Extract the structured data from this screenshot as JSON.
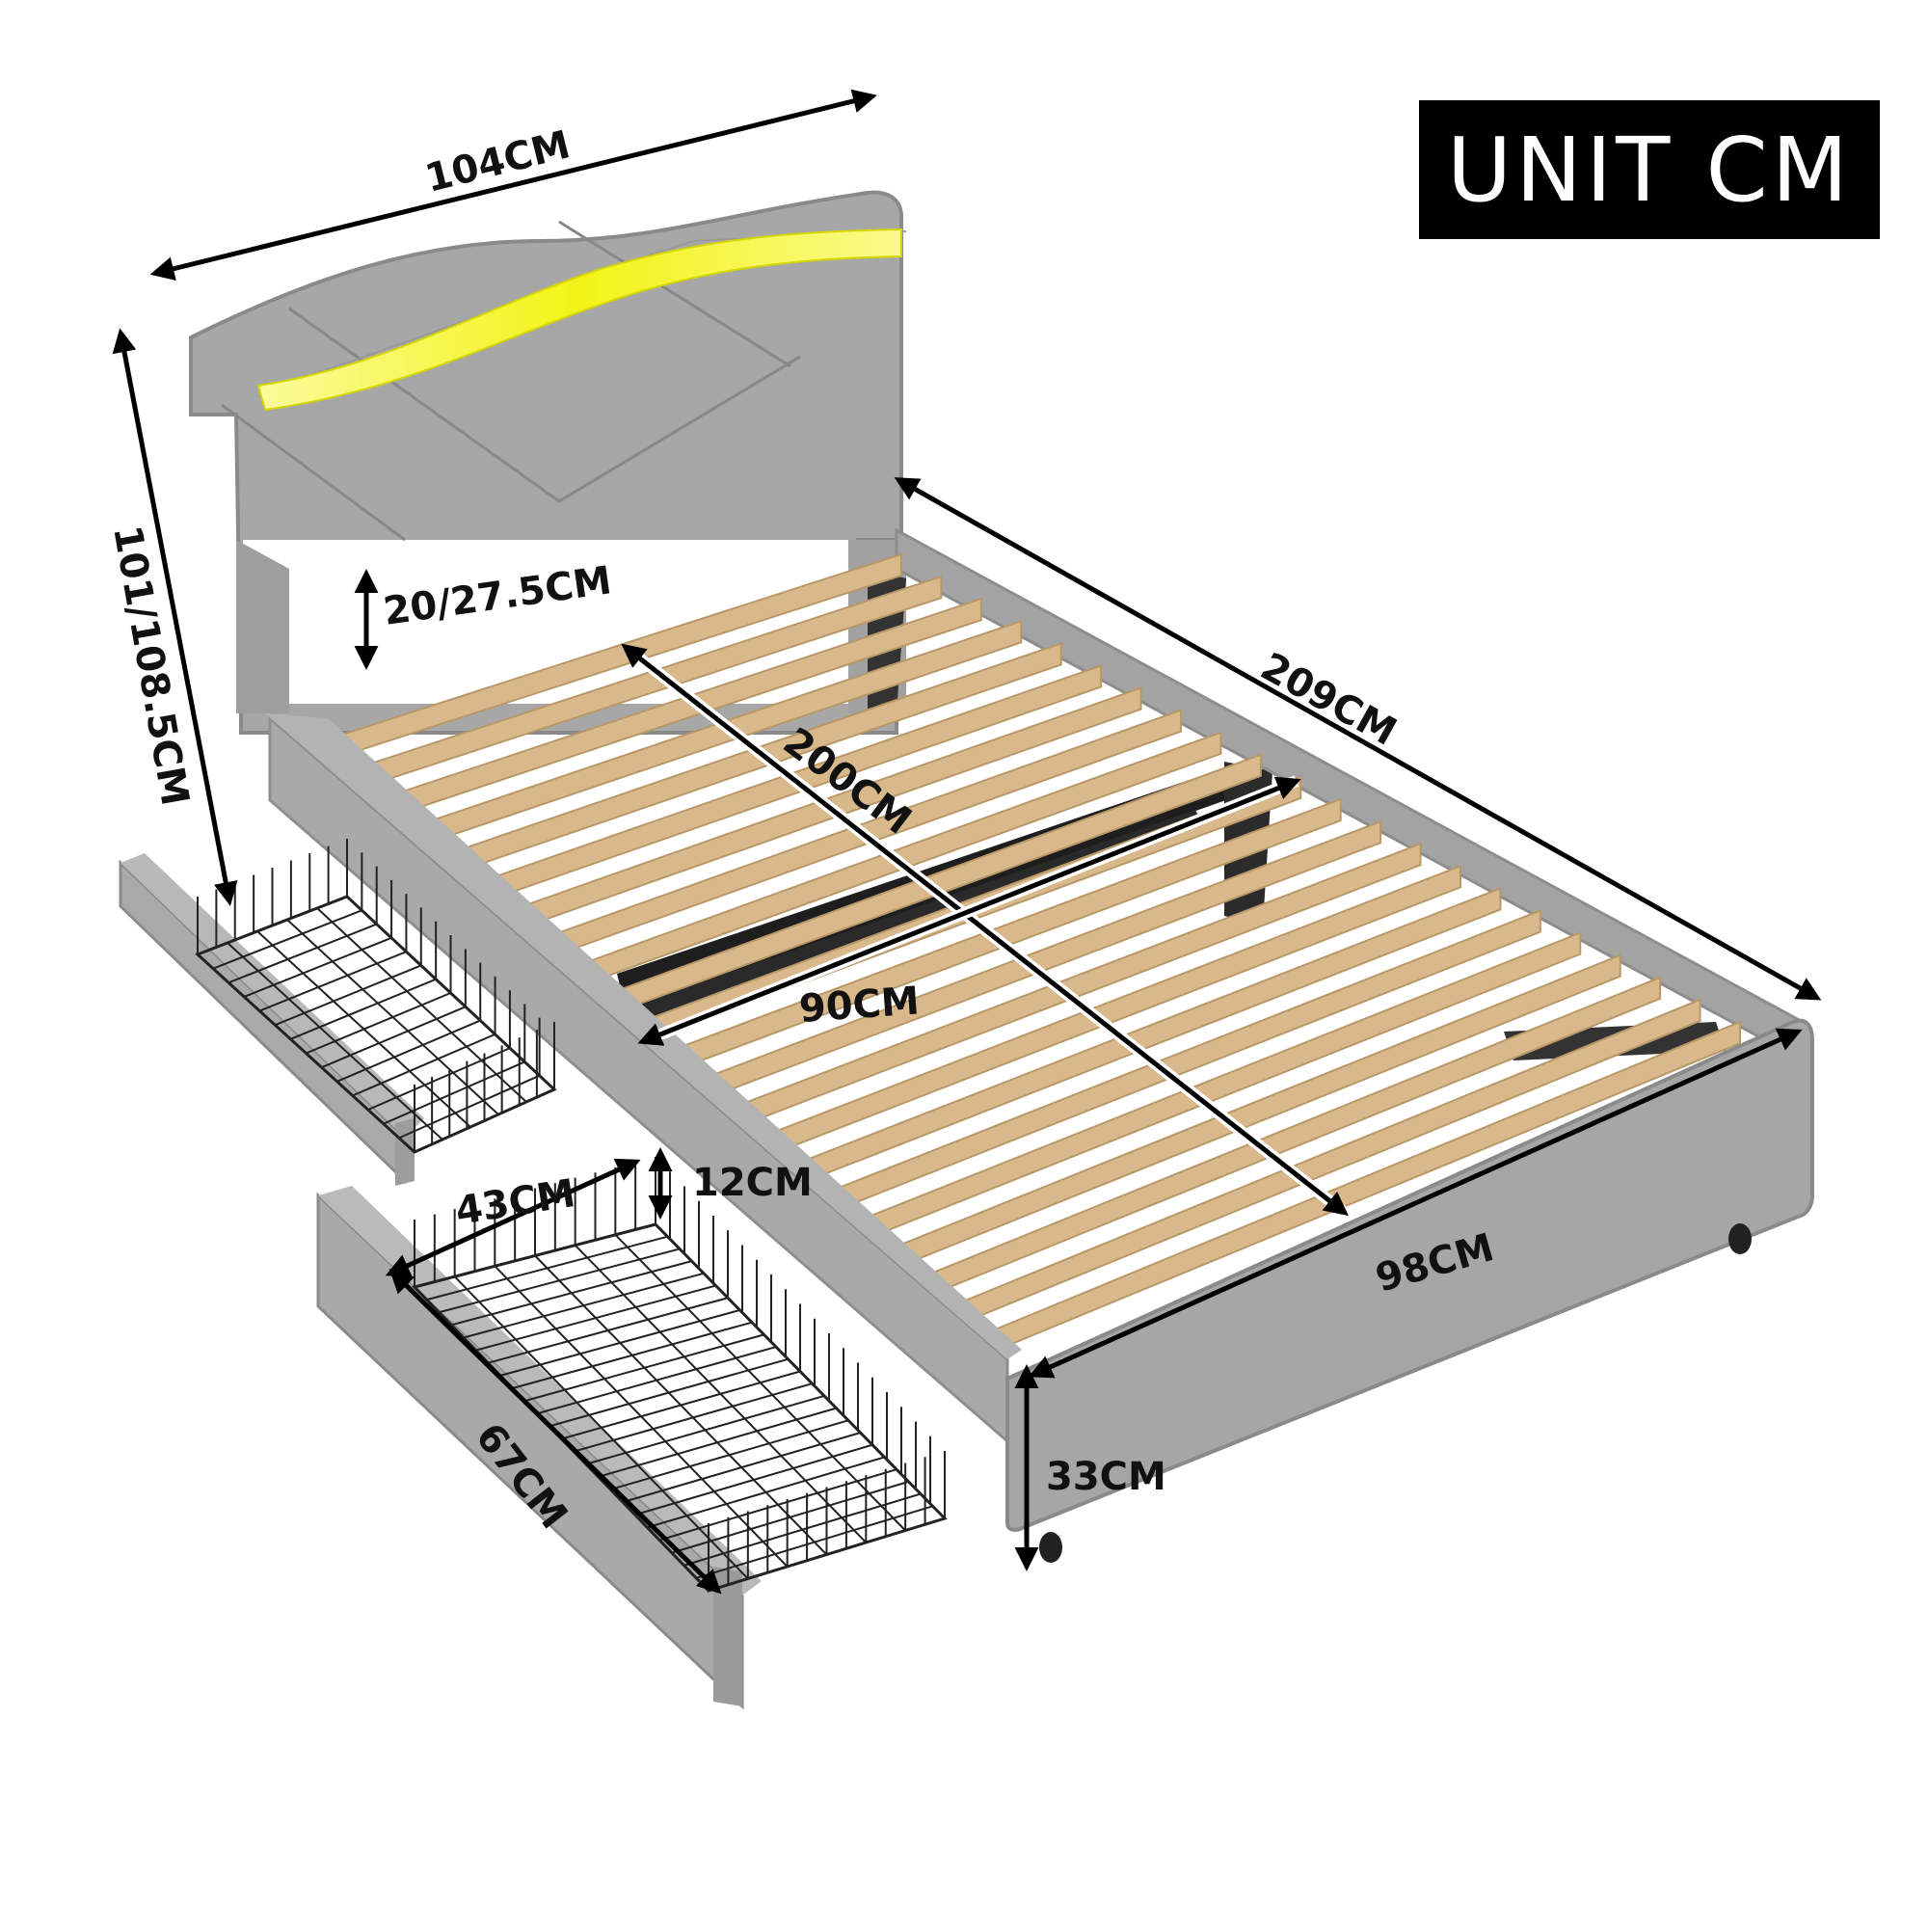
{
  "badge": {
    "text": "UNIT CM"
  },
  "dimensions": {
    "headboard_width": "104CM",
    "total_height": "101/108.5CM",
    "headboard_gap": "20/27.5CM",
    "total_length": "209CM",
    "inner_length": "200CM",
    "inner_width": "90CM",
    "drawer_width": "43CM",
    "drawer_height": "12CM",
    "drawer_length": "67CM",
    "frame_width": "98CM",
    "frame_height": "33CM"
  },
  "colors": {
    "upholstery": "#a9a9a9",
    "upholstery_dark": "#8f8f8f",
    "slats": "#d9b98c",
    "led": "#f0f020",
    "metal": "#222222"
  }
}
